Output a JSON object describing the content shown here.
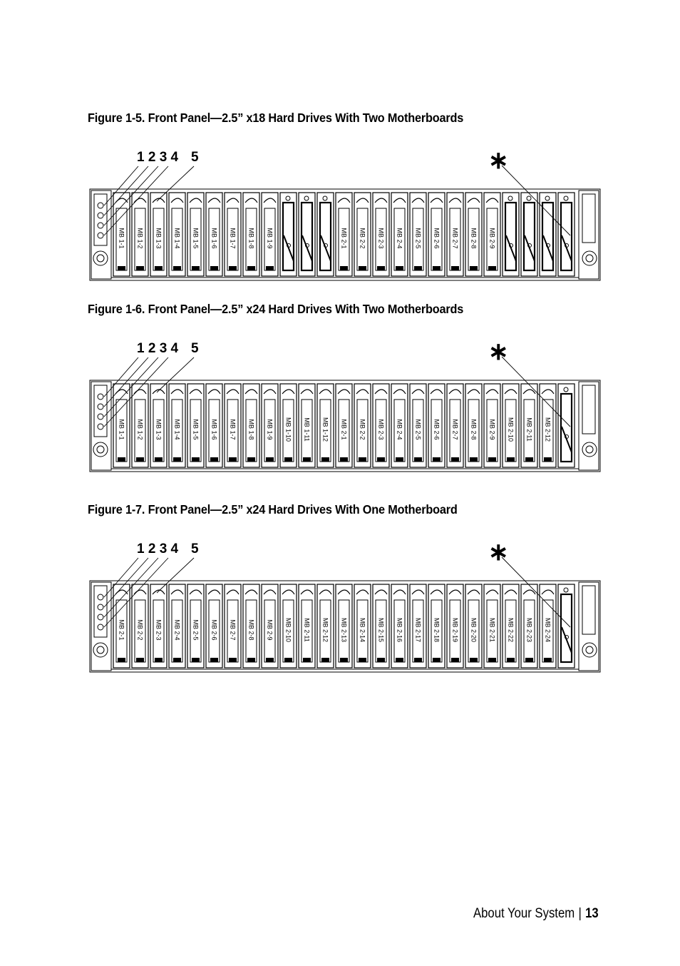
{
  "figures": [
    {
      "caption": "Figure 1-5.   Front Panel—2.5” x18 Hard Drives With Two Motherboards",
      "callout_numbers": "1 2 3 4",
      "callout_five": "5",
      "callout_star": "∗",
      "bays": [
        {
          "label": "MB 1-1"
        },
        {
          "label": "MB 1-2"
        },
        {
          "label": "MB 1-3"
        },
        {
          "label": "MB 1-4"
        },
        {
          "label": "MB 1-5"
        },
        {
          "label": "MB 1-6"
        },
        {
          "label": "MB 1-7"
        },
        {
          "label": "MB 1-8"
        },
        {
          "label": "MB 1-9"
        },
        {
          "label": "",
          "blank": true
        },
        {
          "label": "",
          "blank": true
        },
        {
          "label": "",
          "blank": true
        },
        {
          "label": "MB 2-1"
        },
        {
          "label": "MB 2-2"
        },
        {
          "label": "MB 2-3"
        },
        {
          "label": "MB 2-4"
        },
        {
          "label": "MB 2-5"
        },
        {
          "label": "MB 2-6"
        },
        {
          "label": "MB 2-7"
        },
        {
          "label": "MB 2-8"
        },
        {
          "label": "MB 2-9"
        },
        {
          "label": "",
          "blank": true
        },
        {
          "label": "",
          "blank": true
        },
        {
          "label": "",
          "blank": true
        },
        {
          "label": "",
          "blank": true
        }
      ]
    },
    {
      "caption": "Figure 1-6.   Front Panel—2.5” x24 Hard Drives With Two Motherboards",
      "callout_numbers": "1 2 3 4",
      "callout_five": "5",
      "callout_star": "∗",
      "bays": [
        {
          "label": "MB 1-1"
        },
        {
          "label": "MB 1-2"
        },
        {
          "label": "MB 1-3"
        },
        {
          "label": "MB 1-4"
        },
        {
          "label": "MB 1-5"
        },
        {
          "label": "MB 1-6"
        },
        {
          "label": "MB 1-7"
        },
        {
          "label": "MB 1-8"
        },
        {
          "label": "MB 1-9"
        },
        {
          "label": "MB 1-10"
        },
        {
          "label": "MB 1-11"
        },
        {
          "label": "MB 1-12"
        },
        {
          "label": "MB 2-1"
        },
        {
          "label": "MB 2-2"
        },
        {
          "label": "MB 2-3"
        },
        {
          "label": "MB 2-4"
        },
        {
          "label": "MB 2-5"
        },
        {
          "label": "MB 2-6"
        },
        {
          "label": "MB 2-7"
        },
        {
          "label": "MB 2-8"
        },
        {
          "label": "MB 2-9"
        },
        {
          "label": "MB 2-10"
        },
        {
          "label": "MB 2-11"
        },
        {
          "label": "MB 2-12"
        },
        {
          "label": "",
          "blank": true
        }
      ]
    },
    {
      "caption": "Figure 1-7.   Front Panel—2.5” x24 Hard Drives With One Motherboard",
      "callout_numbers": "1 2 3 4",
      "callout_five": "5",
      "callout_star": "∗",
      "bays": [
        {
          "label": "MB 2-1"
        },
        {
          "label": "MB 2-2"
        },
        {
          "label": "MB 2-3"
        },
        {
          "label": "MB 2-4"
        },
        {
          "label": "MB 2-5"
        },
        {
          "label": "MB 2-6"
        },
        {
          "label": "MB 2-7"
        },
        {
          "label": "MB 2-8"
        },
        {
          "label": "MB 2-9"
        },
        {
          "label": "MB 2-10"
        },
        {
          "label": "MB 2-11"
        },
        {
          "label": "MB 2-12"
        },
        {
          "label": "MB 2-13"
        },
        {
          "label": "MB 2-14"
        },
        {
          "label": "MB 2-15"
        },
        {
          "label": "MB 2-16"
        },
        {
          "label": "MB 2-17"
        },
        {
          "label": "MB 2-18"
        },
        {
          "label": "MB 2-19"
        },
        {
          "label": "MB 2-20"
        },
        {
          "label": "MB 2-21"
        },
        {
          "label": "MB 2-22"
        },
        {
          "label": "MB 2-23"
        },
        {
          "label": "MB 2-24"
        },
        {
          "label": "",
          "blank": true
        }
      ]
    }
  ],
  "footer": {
    "section": "About Your System",
    "divider": "|",
    "page": "13"
  }
}
